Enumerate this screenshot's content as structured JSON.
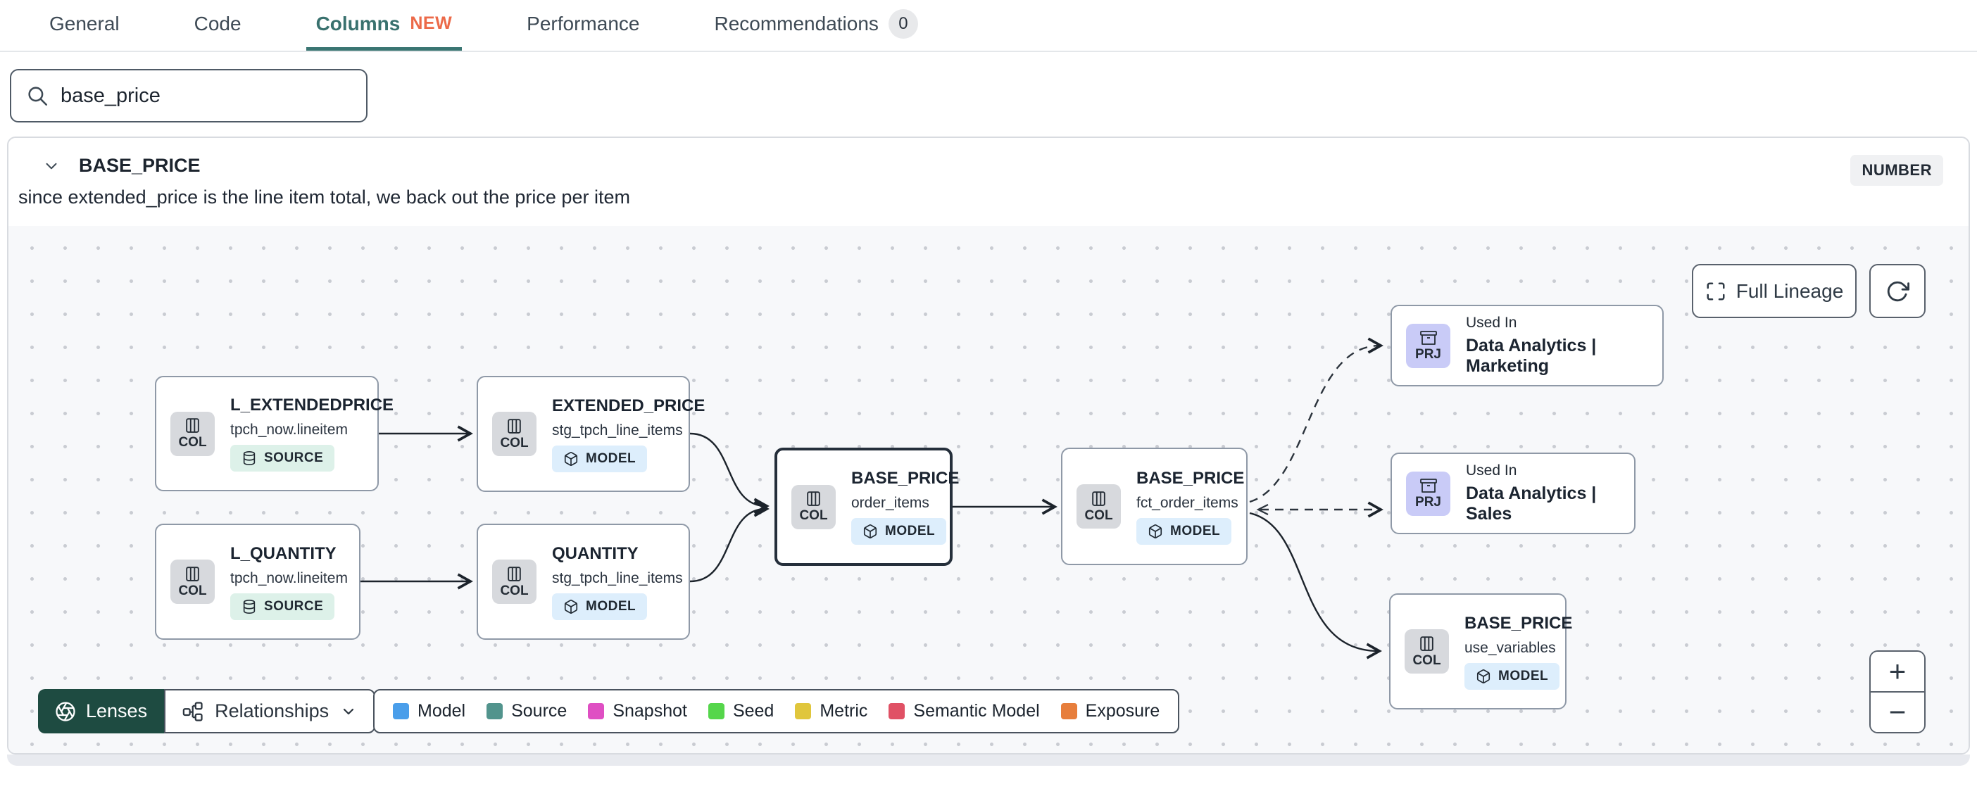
{
  "tabs": {
    "items": [
      {
        "label": "General"
      },
      {
        "label": "Code"
      },
      {
        "label": "Columns",
        "badge": "NEW"
      },
      {
        "label": "Performance"
      },
      {
        "label": "Recommendations",
        "count": "0"
      }
    ]
  },
  "search": {
    "value": "base_price"
  },
  "column": {
    "name": "BASE_PRICE",
    "type": "NUMBER",
    "description": "since extended_price is the line item total, we back out the price per item"
  },
  "lineage": {
    "full_lineage_label": "Full Lineage",
    "zoom_in": "+",
    "zoom_out": "−",
    "nodes": [
      {
        "title": "L_EXTENDEDPRICE",
        "subtitle": "tpch_now.lineitem",
        "badge": "SOURCE",
        "tile": "COL"
      },
      {
        "title": "EXTENDED_PRICE",
        "subtitle": "stg_tpch_line_items",
        "badge": "MODEL",
        "tile": "COL"
      },
      {
        "title": "L_QUANTITY",
        "subtitle": "tpch_now.lineitem",
        "badge": "SOURCE",
        "tile": "COL"
      },
      {
        "title": "QUANTITY",
        "subtitle": "stg_tpch_line_items",
        "badge": "MODEL",
        "tile": "COL"
      },
      {
        "title": "BASE_PRICE",
        "subtitle": "order_items",
        "badge": "MODEL",
        "tile": "COL"
      },
      {
        "title": "BASE_PRICE",
        "subtitle": "fct_order_items",
        "badge": "MODEL",
        "tile": "COL"
      },
      {
        "title": "BASE_PRICE",
        "subtitle": "use_variables",
        "badge": "MODEL",
        "tile": "COL"
      }
    ],
    "exposures": [
      {
        "eyebrow": "Used In",
        "label": "Data Analytics | Marketing",
        "tile": "PRJ"
      },
      {
        "eyebrow": "Used In",
        "label": "Data Analytics | Sales",
        "tile": "PRJ"
      }
    ],
    "footer": {
      "lenses": "Lenses",
      "relationships": "Relationships",
      "legend": [
        {
          "label": "Model",
          "color": "#4a9eea"
        },
        {
          "label": "Source",
          "color": "#52948d"
        },
        {
          "label": "Snapshot",
          "color": "#df4fc3"
        },
        {
          "label": "Seed",
          "color": "#55d64b"
        },
        {
          "label": "Metric",
          "color": "#e0c63c"
        },
        {
          "label": "Semantic Model",
          "color": "#e05165"
        },
        {
          "label": "Exposure",
          "color": "#e77e3c"
        }
      ]
    }
  }
}
